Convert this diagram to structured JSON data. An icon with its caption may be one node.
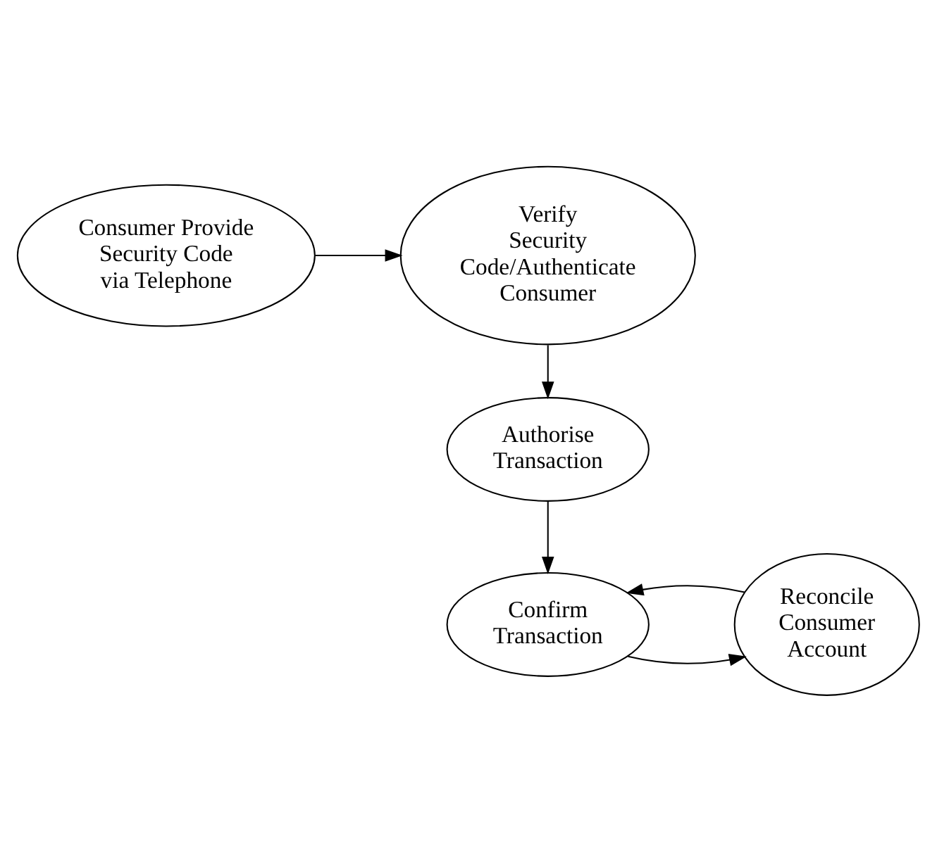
{
  "diagram": {
    "nodes": [
      {
        "text": [
          "Consumer Provide Security Code via Telephone"
        ]
      },
      {
        "text": [
          "Verify Security Code/Authenticate Consumer"
        ]
      },
      {
        "text": [
          "Authorise Transaction"
        ]
      },
      {
        "text": [
          "Reconcile Consumer Account"
        ]
      },
      {
        "text": [
          "Confirm Transaction"
        ]
      }
    ],
    "edges": [
      {
        "from": 0,
        "to": 1,
        "arrow": "to"
      },
      {
        "from": 1,
        "to": 2,
        "arrow": "to"
      },
      {
        "from": 2,
        "to": 4,
        "arrow": "to"
      },
      {
        "from": 4,
        "to": 3,
        "arrow": "to"
      },
      {
        "from": 3,
        "to": 4,
        "arrow": "to"
      }
    ]
  }
}
